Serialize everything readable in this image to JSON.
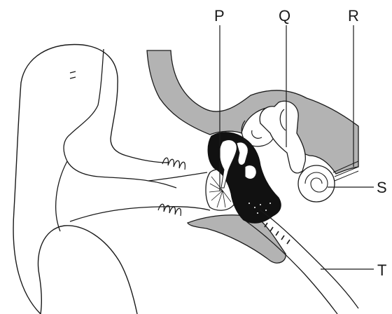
{
  "labels": {
    "p": "P",
    "q": "Q",
    "r": "R",
    "s": "S",
    "t": "T"
  },
  "colors": {
    "bone_gray": "#b3b3b3",
    "line": "#1a1a1a",
    "ossicle_black": "#111111",
    "background": "#ffffff"
  }
}
